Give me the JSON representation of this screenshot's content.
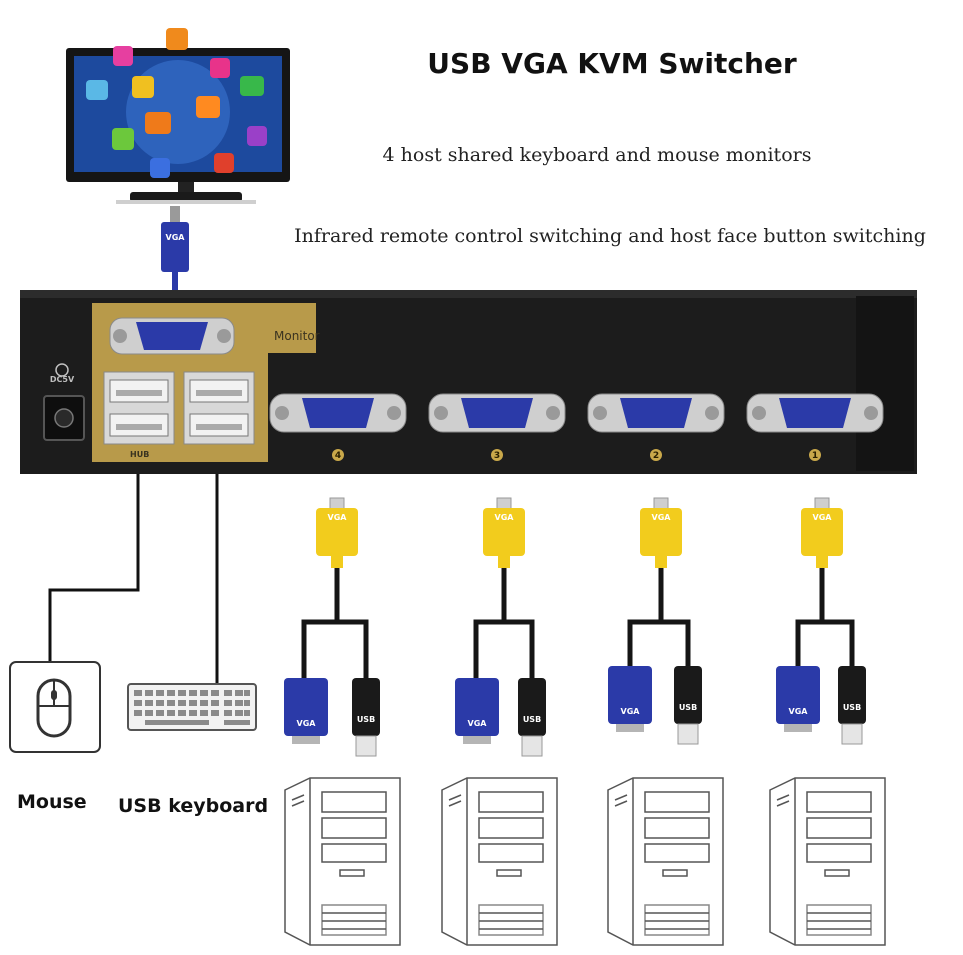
{
  "header": {
    "title": "USB VGA KVM Switcher",
    "line1": "4 host shared keyboard and mouse monitors",
    "line2": "Infrared remote control switching and host face button switching"
  },
  "device": {
    "monitor_port_label": "Monitor",
    "hub_label": "HUB",
    "host_numbers": [
      "4",
      "3",
      "2",
      "1"
    ]
  },
  "connectors": {
    "vga": "VGA",
    "usb": "USB"
  },
  "peripherals": {
    "mouse_label": "Mouse",
    "keyboard_label": "USB keyboard"
  },
  "colors": {
    "device_body": "#1c1c1c",
    "gold_plate": "#b89a4a",
    "vga_blue": "#2b3aa8",
    "vga_yellow": "#f2cc1d",
    "usb_black": "#1a1a1a"
  },
  "icons": [
    "monitor-icon",
    "mouse-icon",
    "keyboard-icon",
    "computer-tower-icon"
  ]
}
